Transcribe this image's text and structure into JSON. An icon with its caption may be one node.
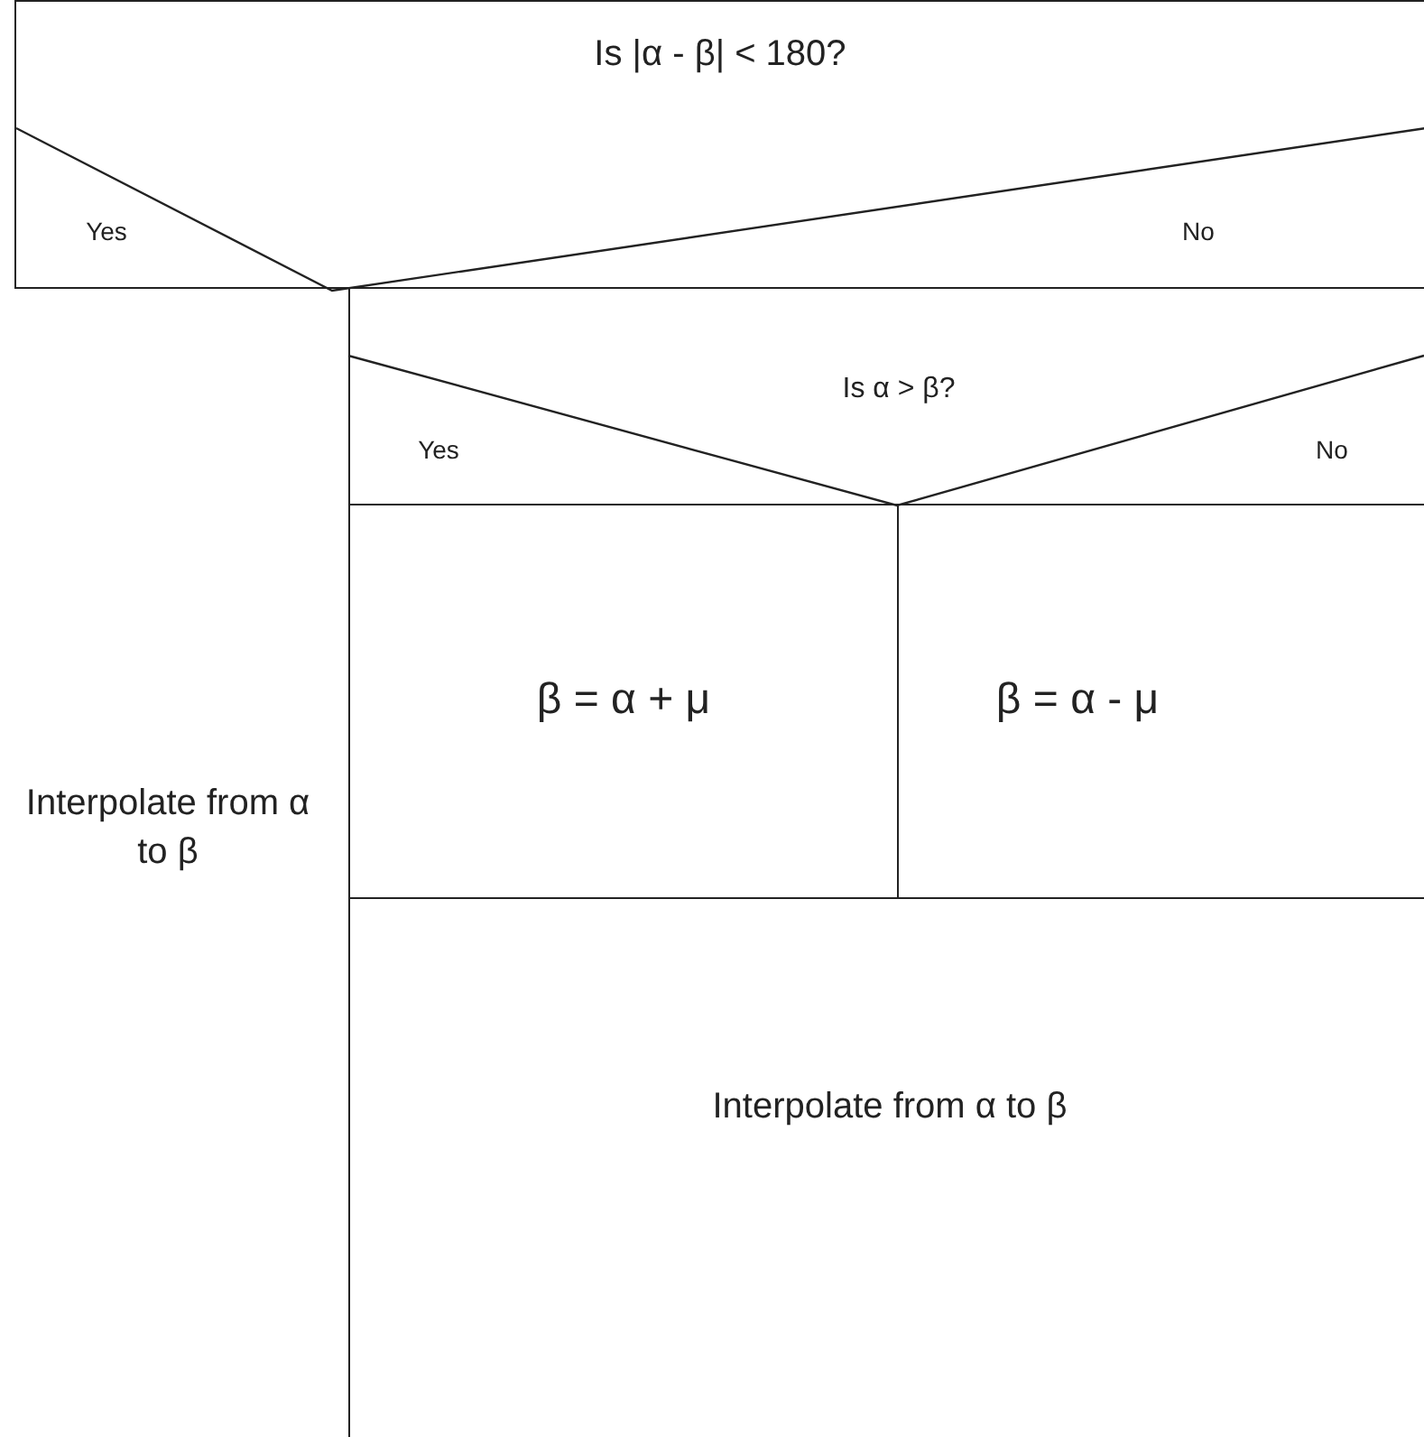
{
  "diagram": {
    "nodes": [
      {
        "text": [
          "Is |α - β| < 180?",
          "Yes",
          "No"
        ]
      },
      {
        "text": [
          "Interpolate from α to β"
        ]
      },
      {
        "text": [
          "Is α > β?",
          "Yes",
          "No"
        ]
      },
      {
        "text": [
          "β = α + μ"
        ]
      },
      {
        "text": [
          "β = α - μ"
        ]
      },
      {
        "text": [
          "Interpolate from α to β"
        ]
      }
    ]
  }
}
